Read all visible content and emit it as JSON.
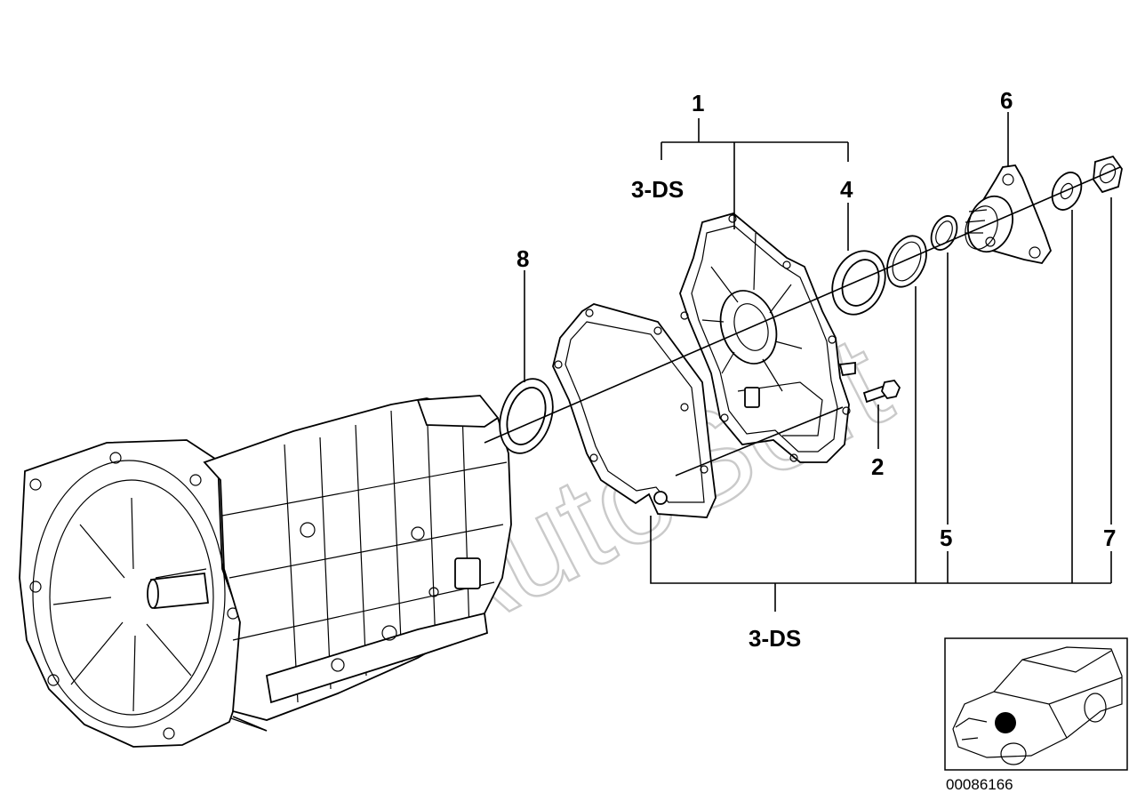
{
  "callouts": {
    "c1": "1",
    "c2": "2",
    "c3ds_top": "3-DS",
    "c3ds_bottom": "3-DS",
    "c4": "4",
    "c5": "5",
    "c6": "6",
    "c7": "7",
    "c8": "8"
  },
  "diagram_id": "00086166",
  "watermark": "AutoSoft",
  "icons": {
    "transmission": "transmission-assembly-icon",
    "gasket": "gasket-icon",
    "cover": "transmission-cover-icon",
    "seal": "shaft-seal-icon",
    "car": "car-locator-icon"
  }
}
